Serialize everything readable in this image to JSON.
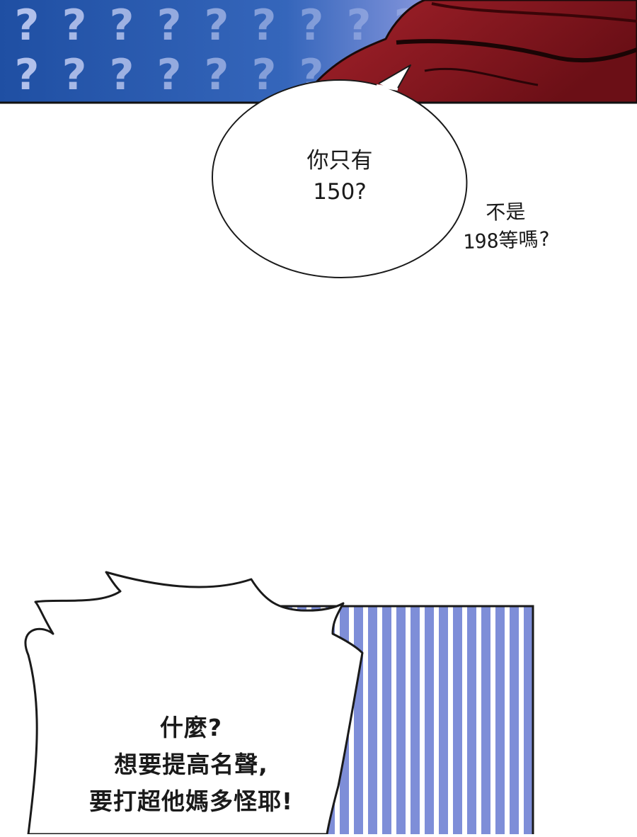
{
  "top_panel": {
    "pattern_glyph": "?",
    "colors": {
      "bg_dark": "#2257ac",
      "bg_light": "#8e9be0",
      "glyph": "#b9c6ef",
      "cloth_dark": "#6b0f16",
      "cloth_light": "#a5222b"
    }
  },
  "bubbles": [
    {
      "text": "你只有\n150?"
    },
    {
      "text": "不是\n198等嗎?"
    },
    {
      "text": "什麼?\n想要提高名聲,\n要打超他媽多怪耶!"
    }
  ],
  "stripes": {
    "colors": {
      "stripe": "#7e8ed8",
      "gap": "#ffffff"
    }
  }
}
